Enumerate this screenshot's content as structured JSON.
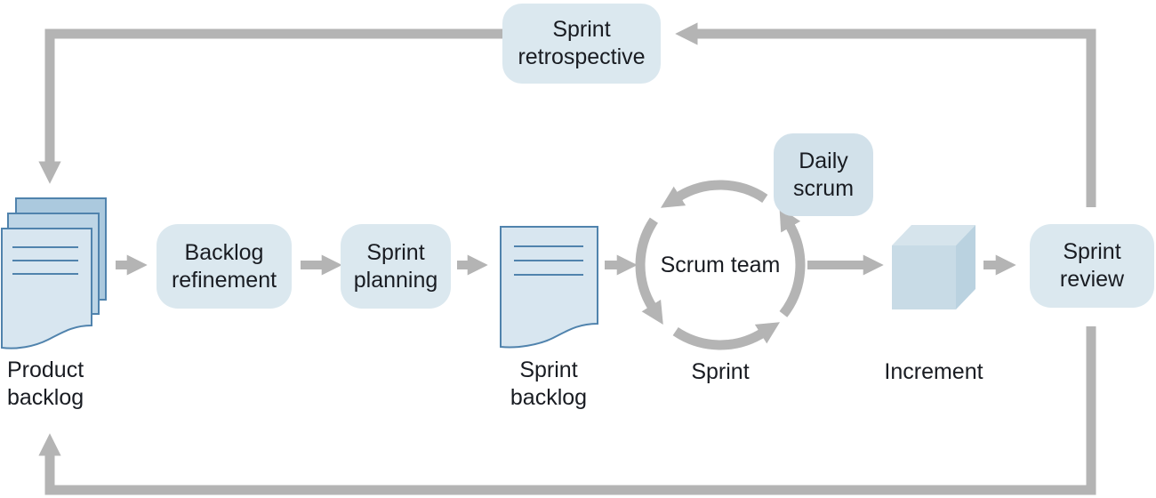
{
  "colors": {
    "box_fill": "#dbe8ef",
    "daily_scrum_fill": "#d2e1ea",
    "arrow_color": "#b4b4b4",
    "text_color": "#191c22",
    "doc_border": "#5083ad",
    "doc_line_color": "#5083ad",
    "doc_front_fill": "#d8e6f0",
    "doc_mid_fill": "#bdd5e6",
    "doc_back_fill": "#abc9de",
    "cube_top_fill": "#d6e4ec",
    "cube_front_fill": "#c8dbe6",
    "cube_right_fill": "#bad2e0"
  },
  "nodes": {
    "product_backlog": {
      "label": "Product backlog"
    },
    "backlog_refinement": {
      "label": "Backlog refinement"
    },
    "sprint_planning": {
      "label": "Sprint planning"
    },
    "sprint_backlog": {
      "label": "Sprint backlog"
    },
    "scrum_team": {
      "label": "Scrum team"
    },
    "sprint_cycle": {
      "label": "Sprint"
    },
    "daily_scrum": {
      "label": "Daily scrum"
    },
    "increment": {
      "label": "Increment"
    },
    "sprint_review": {
      "label": "Sprint review"
    },
    "sprint_retrospective": {
      "label": "Sprint retrospective"
    }
  }
}
